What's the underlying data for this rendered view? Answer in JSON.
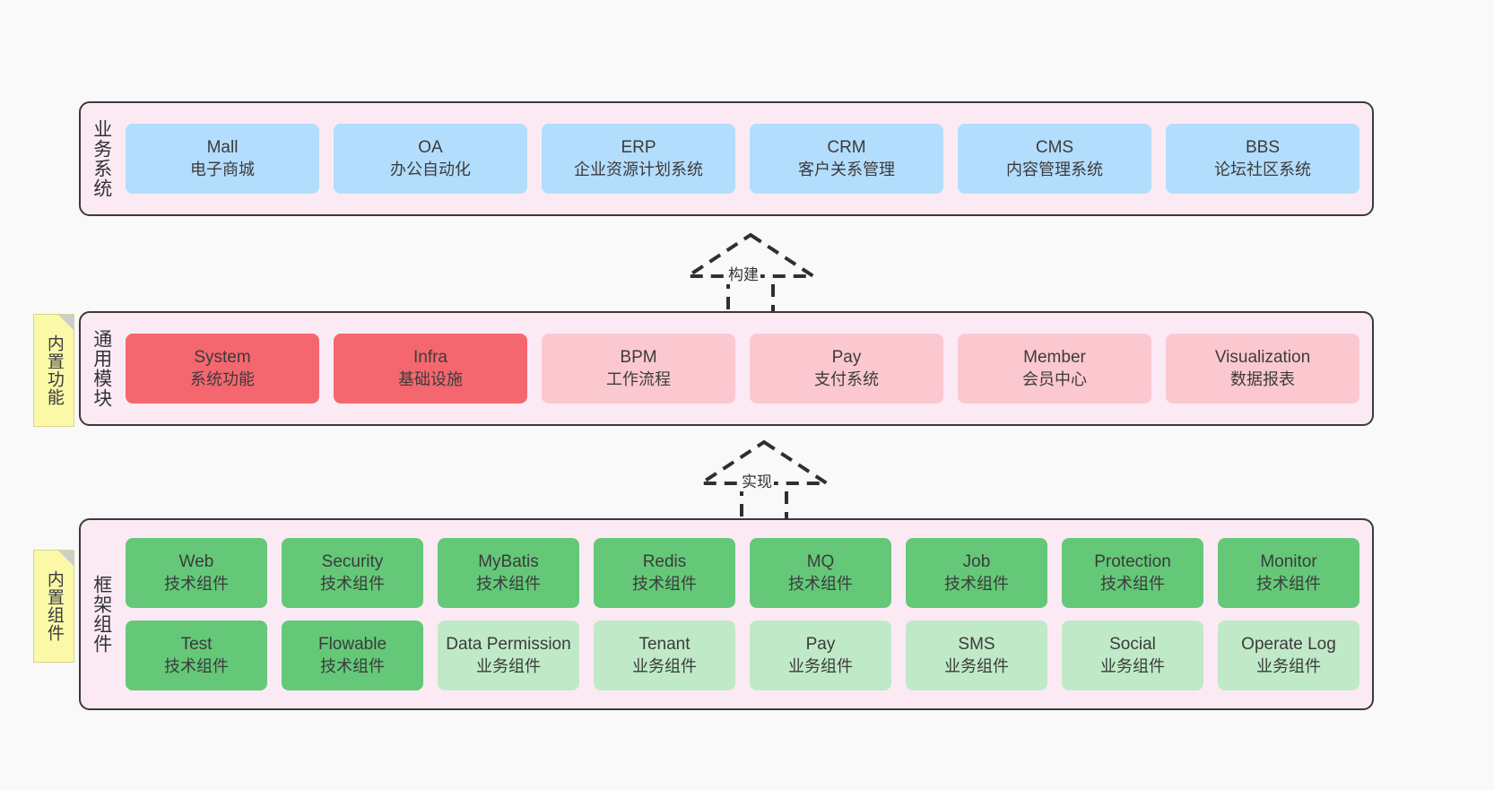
{
  "diagram": {
    "background": "#f9f9f9",
    "layer_fill": "#fbeaf4",
    "accent_blue": "#b3ddfc",
    "accent_red": "#f4676f",
    "accent_pink": "#fbc8d0",
    "accent_green": "#64c878",
    "accent_light_green": "#c0e9c8",
    "note_yellow": "#fbf8a8"
  },
  "notes": [
    {
      "label": "内置功能"
    },
    {
      "label": "内置组件"
    }
  ],
  "arrows": [
    {
      "label": "构建",
      "style": "dashed-generalization-up"
    },
    {
      "label": "实现",
      "style": "dashed-generalization-up"
    }
  ],
  "layers": [
    {
      "title": "业务系统",
      "rows": [
        [
          {
            "en": "Mall",
            "cn": "电子商城",
            "color": "c-blue"
          },
          {
            "en": "OA",
            "cn": "办公自动化",
            "color": "c-blue"
          },
          {
            "en": "ERP",
            "cn": "企业资源计划系统",
            "color": "c-blue"
          },
          {
            "en": "CRM",
            "cn": "客户关系管理",
            "color": "c-blue"
          },
          {
            "en": "CMS",
            "cn": "内容管理系统",
            "color": "c-blue"
          },
          {
            "en": "BBS",
            "cn": "论坛社区系统",
            "color": "c-blue"
          }
        ]
      ]
    },
    {
      "title": "通用模块",
      "rows": [
        [
          {
            "en": "System",
            "cn": "系统功能",
            "color": "c-red"
          },
          {
            "en": "Infra",
            "cn": "基础设施",
            "color": "c-red"
          },
          {
            "en": "BPM",
            "cn": "工作流程",
            "color": "c-pink"
          },
          {
            "en": "Pay",
            "cn": "支付系统",
            "color": "c-pink"
          },
          {
            "en": "Member",
            "cn": "会员中心",
            "color": "c-pink"
          },
          {
            "en": "Visualization",
            "cn": "数据报表",
            "color": "c-pink"
          }
        ]
      ]
    },
    {
      "title": "框架组件",
      "rows": [
        [
          {
            "en": "Web",
            "cn": "技术组件",
            "color": "c-green"
          },
          {
            "en": "Security",
            "cn": "技术组件",
            "color": "c-green"
          },
          {
            "en": "MyBatis",
            "cn": "技术组件",
            "color": "c-green"
          },
          {
            "en": "Redis",
            "cn": "技术组件",
            "color": "c-green"
          },
          {
            "en": "MQ",
            "cn": "技术组件",
            "color": "c-green"
          },
          {
            "en": "Job",
            "cn": "技术组件",
            "color": "c-green"
          },
          {
            "en": "Protection",
            "cn": "技术组件",
            "color": "c-green"
          },
          {
            "en": "Monitor",
            "cn": "技术组件",
            "color": "c-green"
          }
        ],
        [
          {
            "en": "Test",
            "cn": "技术组件",
            "color": "c-green"
          },
          {
            "en": "Flowable",
            "cn": "技术组件",
            "color": "c-green"
          },
          {
            "en": "Data Permission",
            "cn": "业务组件",
            "color": "c-lgreen"
          },
          {
            "en": "Tenant",
            "cn": "业务组件",
            "color": "c-lgreen"
          },
          {
            "en": "Pay",
            "cn": "业务组件",
            "color": "c-lgreen"
          },
          {
            "en": "SMS",
            "cn": "业务组件",
            "color": "c-lgreen"
          },
          {
            "en": "Social",
            "cn": "业务组件",
            "color": "c-lgreen"
          },
          {
            "en": "Operate Log",
            "cn": "业务组件",
            "color": "c-lgreen"
          }
        ]
      ]
    }
  ]
}
